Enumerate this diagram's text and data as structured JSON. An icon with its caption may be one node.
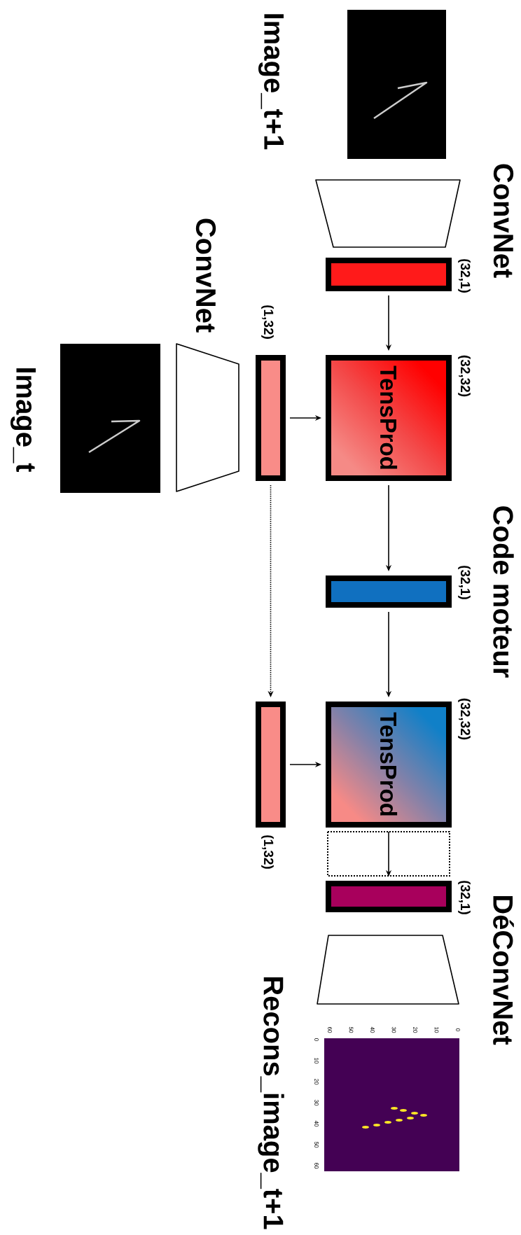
{
  "diagram": {
    "nodes": [
      {
        "text": [],
        "shape": "picture",
        "beside": [
          "Image_t+1"
        ]
      },
      {
        "text": [],
        "shape": "trapezoid",
        "beside": [
          "ConvNet"
        ]
      },
      {
        "text": [],
        "shape": "bar",
        "beside": [
          "(32,1)"
        ]
      },
      {
        "text": [],
        "shape": "picture",
        "beside": [
          "Image_t"
        ]
      },
      {
        "text": [],
        "shape": "trapezoid",
        "beside": [
          "ConvNet"
        ]
      },
      {
        "text": [],
        "shape": "bar",
        "beside": [
          "(1,32)"
        ]
      },
      {
        "text": [
          "TensProd"
        ],
        "beside": [
          "(32,32)"
        ]
      },
      {
        "text": [],
        "shape": "bar",
        "beside": [
          "(32,1)",
          "Code moteur"
        ]
      },
      {
        "text": [],
        "shape": "bar",
        "beside": [
          "(1,32)"
        ]
      },
      {
        "text": [
          "TensProd"
        ],
        "beside": [
          "(32,32)"
        ]
      },
      {
        "text": [],
        "shape": "bar",
        "beside": [
          "(32,1)"
        ]
      },
      {
        "text": [],
        "shape": "trapezoid",
        "beside": [
          "DéConvNet"
        ]
      },
      {
        "text": [],
        "shape": "picture",
        "beside": [
          "Recons_image_t+1"
        ]
      }
    ],
    "edges": [
      {
        "from": 2,
        "to": 6,
        "arrow": "to"
      },
      {
        "from": 5,
        "to": 6,
        "arrow": "to"
      },
      {
        "from": 6,
        "to": 7,
        "arrow": "to"
      },
      {
        "from": 7,
        "to": 9,
        "arrow": "to"
      },
      {
        "from": 5,
        "to": 8,
        "arrow": "to",
        "style": "dashed"
      },
      {
        "from": 8,
        "to": 9,
        "arrow": "to"
      },
      {
        "from": 9,
        "to": 10,
        "arrow": "to"
      }
    ],
    "labels": [
      "0",
      "10",
      "20",
      "30",
      "40",
      "50",
      "60",
      "0",
      "10",
      "20",
      "30",
      "40",
      "50",
      "60"
    ]
  }
}
